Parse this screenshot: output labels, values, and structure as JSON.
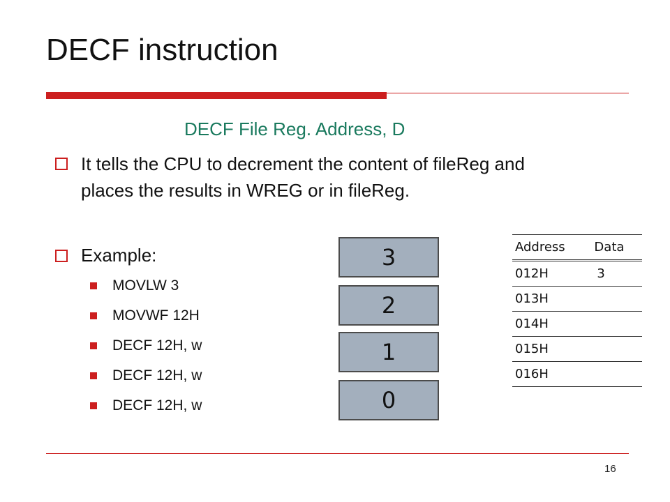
{
  "slide": {
    "title": "DECF instruction",
    "subtitle": "DECF File Reg. Address, D",
    "bullets": [
      {
        "text": "It tells the CPU to decrement the content of fileReg and places the results in WREG or in fileReg."
      },
      {
        "text": "Example:"
      }
    ],
    "example_lines": [
      "MOVLW 3",
      "MOVWF 12H",
      "DECF 12H, w",
      "DECF 12H, w",
      "DECF 12H, w"
    ],
    "value_boxes": [
      "3",
      "2",
      "1",
      "0"
    ],
    "memory_table": {
      "headers": [
        "Address",
        "Data"
      ],
      "rows": [
        {
          "address": "012H",
          "data": "3"
        },
        {
          "address": "013H",
          "data": ""
        },
        {
          "address": "014H",
          "data": ""
        },
        {
          "address": "015H",
          "data": ""
        },
        {
          "address": "016H",
          "data": ""
        }
      ]
    },
    "page_number": "16",
    "colors": {
      "accent_red": "#cc1f1f",
      "subtitle_green": "#1a7a5e",
      "box_fill": "#a3afbd"
    }
  }
}
